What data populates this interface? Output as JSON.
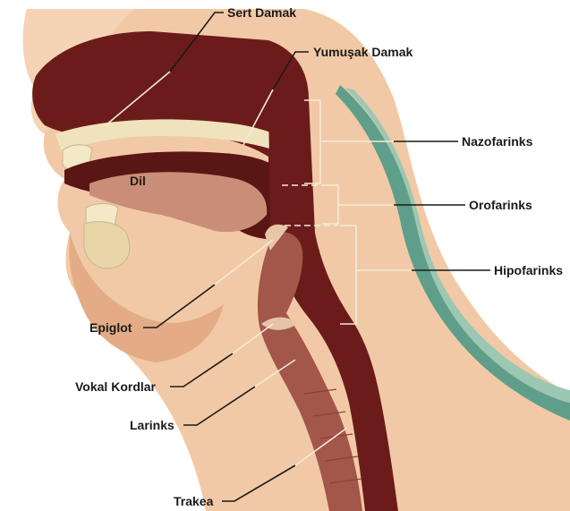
{
  "labels": {
    "sert_damak": "Sert Damak",
    "yumusak_damak": "Yumuşak Damak",
    "nazofarinks": "Nazofarinks",
    "orofarinks": "Orofarinks",
    "hipofarinks": "Hipofarinks",
    "dil": "Dil",
    "epiglot": "Epiglot",
    "vokal_kordlar": "Vokal Kordlar",
    "larinks": "Larinks",
    "trakea": "Trakea"
  },
  "colors": {
    "skin": "#f2c9a6",
    "skin_shadow": "#e3ac86",
    "flesh": "#c98d78",
    "tissue_dark": "#6b1c1a",
    "airway": "#5a1614",
    "throat_tube": "#a3564a",
    "palate_bone": "#f0e2bd",
    "neck_green": "#5f9e8a",
    "neck_green_light": "#9cc7b3"
  }
}
